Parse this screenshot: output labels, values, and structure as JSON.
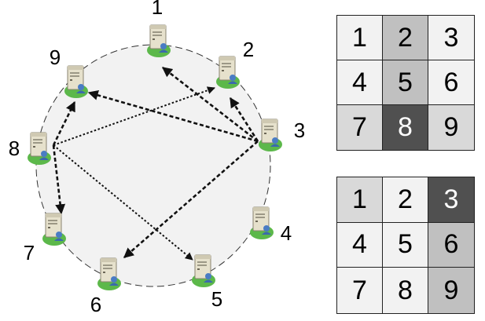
{
  "nodes": [
    {
      "id": "1",
      "label": "1"
    },
    {
      "id": "2",
      "label": "2"
    },
    {
      "id": "3",
      "label": "3"
    },
    {
      "id": "4",
      "label": "4"
    },
    {
      "id": "5",
      "label": "5"
    },
    {
      "id": "6",
      "label": "6"
    },
    {
      "id": "7",
      "label": "7"
    },
    {
      "id": "8",
      "label": "8"
    },
    {
      "id": "9",
      "label": "9"
    }
  ],
  "edges": [
    {
      "from": "3",
      "to": "1",
      "style": "bold"
    },
    {
      "from": "3",
      "to": "2",
      "style": "bold"
    },
    {
      "from": "3",
      "to": "9",
      "style": "bold"
    },
    {
      "from": "3",
      "to": "6",
      "style": "bold"
    },
    {
      "from": "8",
      "to": "9",
      "style": "bold"
    },
    {
      "from": "8",
      "to": "7",
      "style": "bold"
    },
    {
      "from": "8",
      "to": "2",
      "style": "thin"
    },
    {
      "from": "8",
      "to": "5",
      "style": "thin"
    }
  ],
  "grids": [
    {
      "name": "top",
      "cells": [
        {
          "label": "1",
          "shade": "#f2f2f2",
          "text": "#000000"
        },
        {
          "label": "2",
          "shade": "#c0c0c0",
          "text": "#000000"
        },
        {
          "label": "3",
          "shade": "#f2f2f2",
          "text": "#000000"
        },
        {
          "label": "4",
          "shade": "#f2f2f2",
          "text": "#000000"
        },
        {
          "label": "5",
          "shade": "#c0c0c0",
          "text": "#000000"
        },
        {
          "label": "6",
          "shade": "#f2f2f2",
          "text": "#000000"
        },
        {
          "label": "7",
          "shade": "#d9d9d9",
          "text": "#000000"
        },
        {
          "label": "8",
          "shade": "#505050",
          "text": "#ffffff"
        },
        {
          "label": "9",
          "shade": "#d9d9d9",
          "text": "#000000"
        }
      ]
    },
    {
      "name": "bottom",
      "cells": [
        {
          "label": "1",
          "shade": "#d9d9d9",
          "text": "#000000"
        },
        {
          "label": "2",
          "shade": "#f2f2f2",
          "text": "#000000"
        },
        {
          "label": "3",
          "shade": "#505050",
          "text": "#ffffff"
        },
        {
          "label": "4",
          "shade": "#f2f2f2",
          "text": "#000000"
        },
        {
          "label": "5",
          "shade": "#f2f2f2",
          "text": "#000000"
        },
        {
          "label": "6",
          "shade": "#c0c0c0",
          "text": "#000000"
        },
        {
          "label": "7",
          "shade": "#f2f2f2",
          "text": "#000000"
        },
        {
          "label": "8",
          "shade": "#f2f2f2",
          "text": "#000000"
        },
        {
          "label": "9",
          "shade": "#c0c0c0",
          "text": "#000000"
        }
      ]
    }
  ],
  "colors": {
    "ring_fill": "#f2f2f2",
    "ring_stroke": "#333333",
    "arrow": "#111111",
    "server_body": "#ddd9c8",
    "server_base": "#5cb84a",
    "user_badge": "#4a7cc4"
  },
  "icons": {
    "node_icon": "server-with-user-icon"
  }
}
